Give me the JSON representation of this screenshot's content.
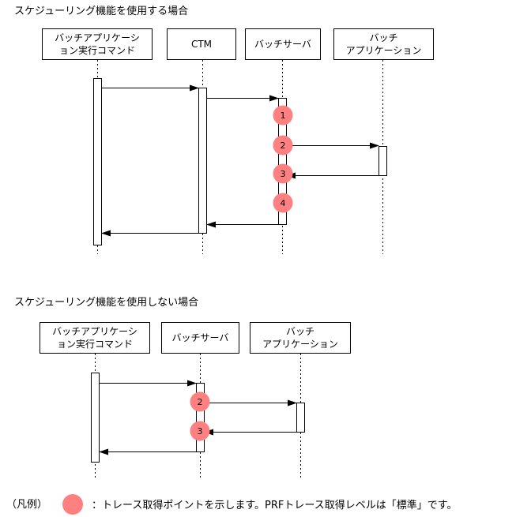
{
  "section1": {
    "heading": "スケジューリング機能を使用する場合",
    "lifelines": [
      {
        "line1": "バッチアプリケーシ",
        "line2": "ョン実行コマンド"
      },
      {
        "line1": "CTM",
        "line2": ""
      },
      {
        "line1": "バッチサーバ",
        "line2": ""
      },
      {
        "line1": "バッチ",
        "line2": "アプリケーション"
      }
    ],
    "trace_points": [
      "1",
      "2",
      "3",
      "4"
    ]
  },
  "section2": {
    "heading": "スケジューリング機能を使用しない場合",
    "lifelines": [
      {
        "line1": "バッチアプリケーシ",
        "line2": "ョン実行コマンド"
      },
      {
        "line1": "バッチサーバ",
        "line2": ""
      },
      {
        "line1": "バッチ",
        "line2": "アプリケーション"
      }
    ],
    "trace_points": [
      "2",
      "3"
    ]
  },
  "legend": {
    "label": "（凡例）",
    "description": "：トレース取得ポイントを示します。PRFトレース取得レベルは「標準」です。"
  },
  "colors": {
    "trace_point": "#ff8080",
    "line": "#000000"
  }
}
